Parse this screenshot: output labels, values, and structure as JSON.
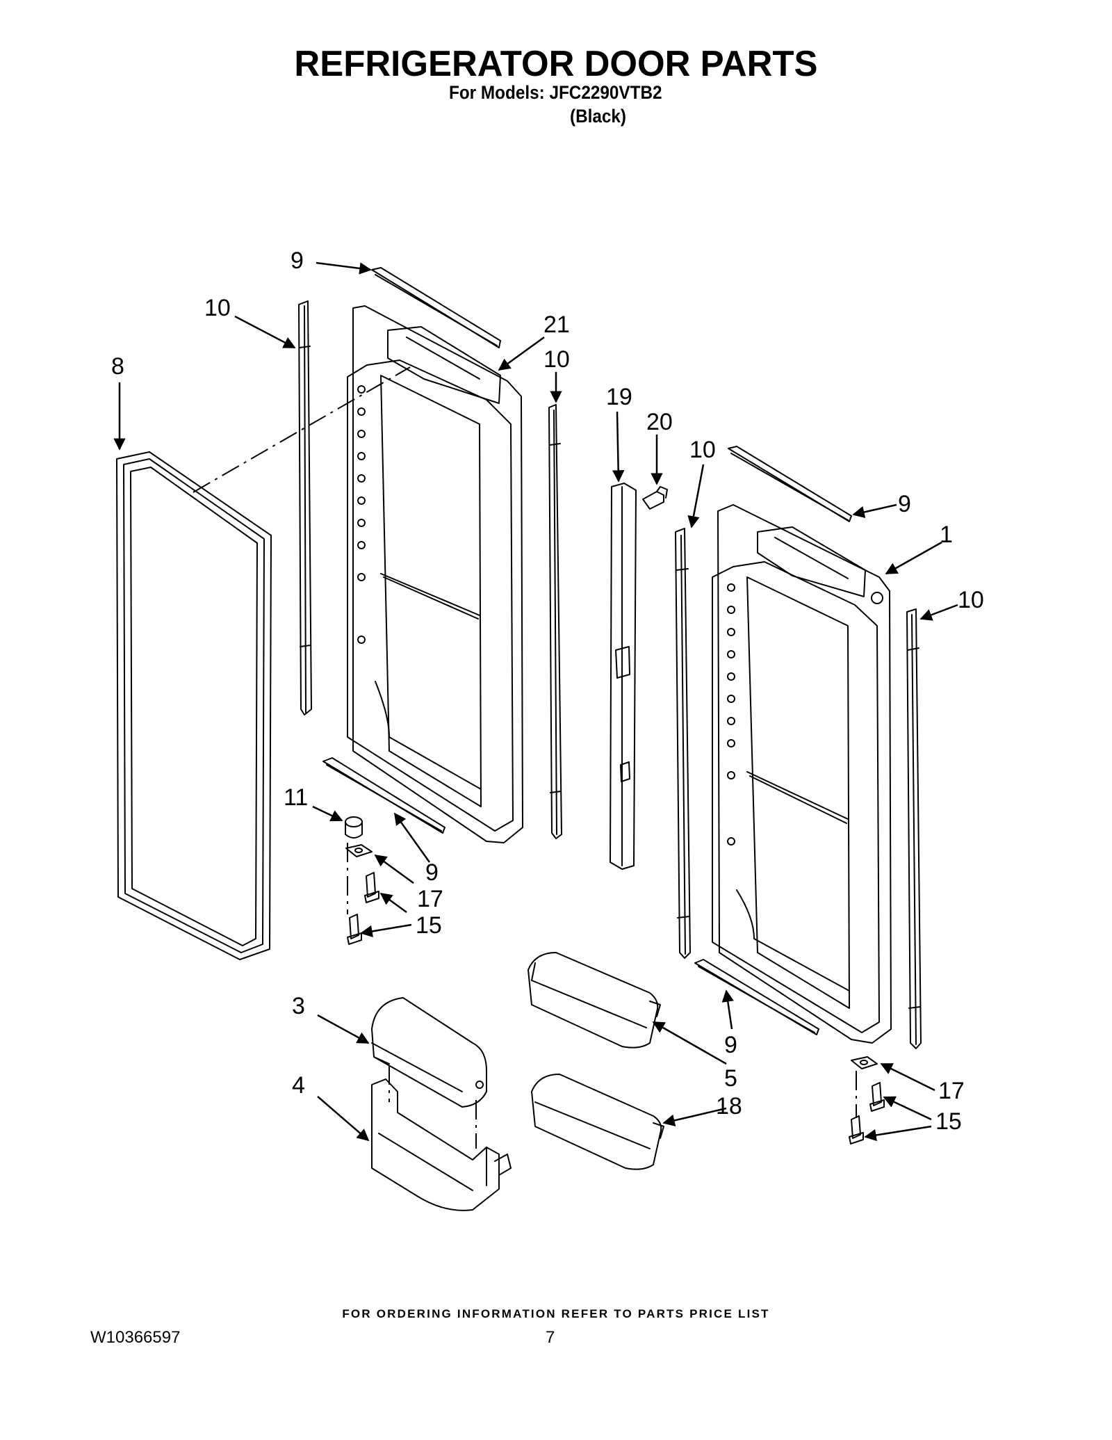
{
  "header": {
    "title": "REFRIGERATOR DOOR PARTS",
    "models_line": "For Models: JFC2290VTB2",
    "color_line": "(Black)"
  },
  "callouts": {
    "c9_top": "9",
    "c10_left": "10",
    "c8": "8",
    "c21": "21",
    "c10_mid": "10",
    "c19": "19",
    "c20": "20",
    "c10_right": "10",
    "c9_right": "9",
    "c1": "1",
    "c10_far": "10",
    "c11": "11",
    "c9_low": "9",
    "c17_left": "17",
    "c15_left": "15",
    "c3": "3",
    "c4": "4",
    "c5": "5",
    "c18": "18",
    "c9_bottom": "9",
    "c17_right": "17",
    "c15_right": "15"
  },
  "footer": {
    "ordering_note": "FOR ORDERING INFORMATION REFER TO PARTS PRICE LIST",
    "document_id": "W10366597",
    "page_number": "7"
  }
}
